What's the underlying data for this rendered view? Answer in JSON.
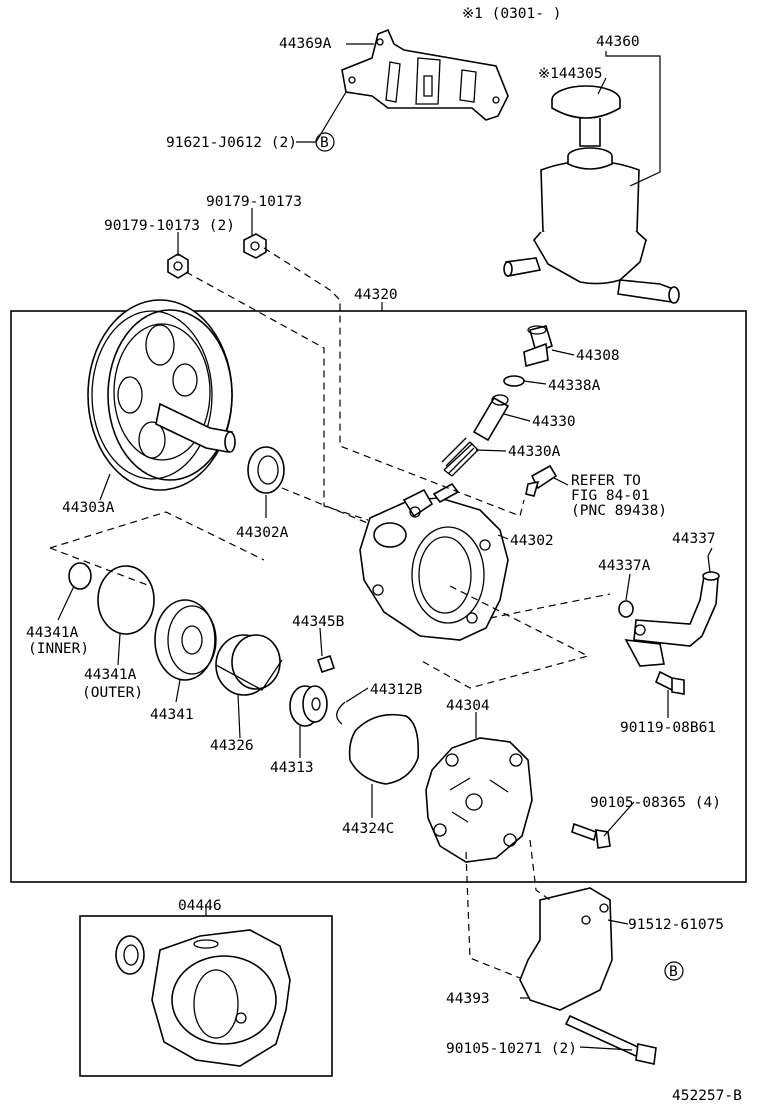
{
  "labels": {
    "note_1": "※1 (0301-        )",
    "p44369A": "44369A",
    "p44360": "44360",
    "p144305": "※144305",
    "p91621": "91621-J0612 (2)",
    "b_mark_top": "B",
    "p90179_a": "90179-10173",
    "p90179_b": "90179-10173 (2)",
    "p44320": "44320",
    "p44308": "44308",
    "p44338A": "44338A",
    "p44330": "44330",
    "p44330A": "44330A",
    "refer_1": "REFER TO",
    "refer_2": "FIG 84-01",
    "refer_3": "(PNC 89438)",
    "p44303A": "44303A",
    "p44302A": "44302A",
    "p44302": "44302",
    "p44337": "44337",
    "p44337A": "44337A",
    "p44341A_inner": "44341A",
    "inner": "(INNER)",
    "p44341A_outer": "44341A",
    "outer": "(OUTER)",
    "p44341": "44341",
    "p44345B": "44345B",
    "p44312B": "44312B",
    "p44326": "44326",
    "p44313": "44313",
    "p44304": "44304",
    "p90119": "90119-08B61",
    "p90105_a": "90105-08365 (4)",
    "p44324C": "44324C",
    "p04446": "04446",
    "p91512": "91512-61075",
    "b_mark_bottom": "B",
    "p44393": "44393",
    "p90105_b": "90105-10271 (2)",
    "figure_id": "452257-B"
  }
}
